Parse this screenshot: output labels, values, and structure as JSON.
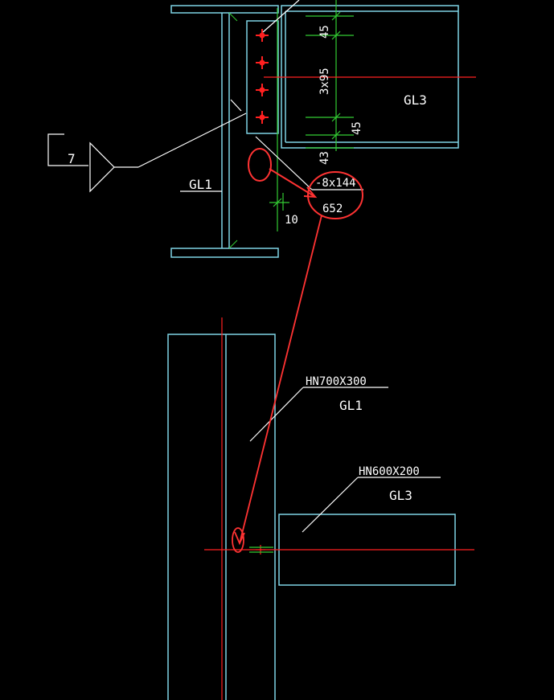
{
  "colors": {
    "background": "#000000",
    "outline": "#7fd4e6",
    "dimension": "#33cc33",
    "bolt": "#ff2020",
    "highlight": "#ff3333",
    "leader": "#ffffff"
  },
  "labels": {
    "weld_size": "7",
    "beam_gl1_detail": "GL1",
    "beam_gl3_detail": "GL3",
    "plate_spec": "-8x144",
    "plate_length": "652",
    "dim_gap": "10",
    "dim_top": "45",
    "dim_pitch": "3x95",
    "dim_bottom": "45",
    "dim_edge": "43",
    "gl1_section": "HN700X300",
    "gl1_name": "GL1",
    "gl3_section": "HN600X200",
    "gl3_name": "GL3"
  },
  "icons": {
    "weld_symbol": "fillet-weld-symbol",
    "bolt": "bolt-cross-icon"
  }
}
